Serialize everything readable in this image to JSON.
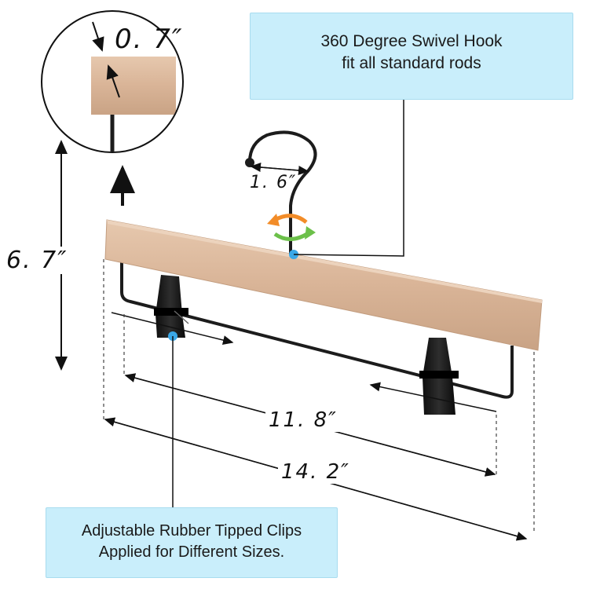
{
  "callouts": {
    "hook": {
      "line1": "360 Degree Swivel Hook",
      "line2": "fit all standard rods"
    },
    "clips": {
      "line1": "Adjustable Rubber Tipped Clips",
      "line2": "Applied for Different Sizes."
    }
  },
  "dimensions": {
    "thickness": "0. 7″",
    "hook_width": "1. 6″",
    "height": "6. 7″",
    "clip_span": "11. 8″",
    "bar_length": "14. 2″"
  },
  "colors": {
    "wood": "#dcb99d",
    "callout_bg": "#c9eefb",
    "marker_dot": "#3aa8e8",
    "metal": "#1c1c1c"
  }
}
